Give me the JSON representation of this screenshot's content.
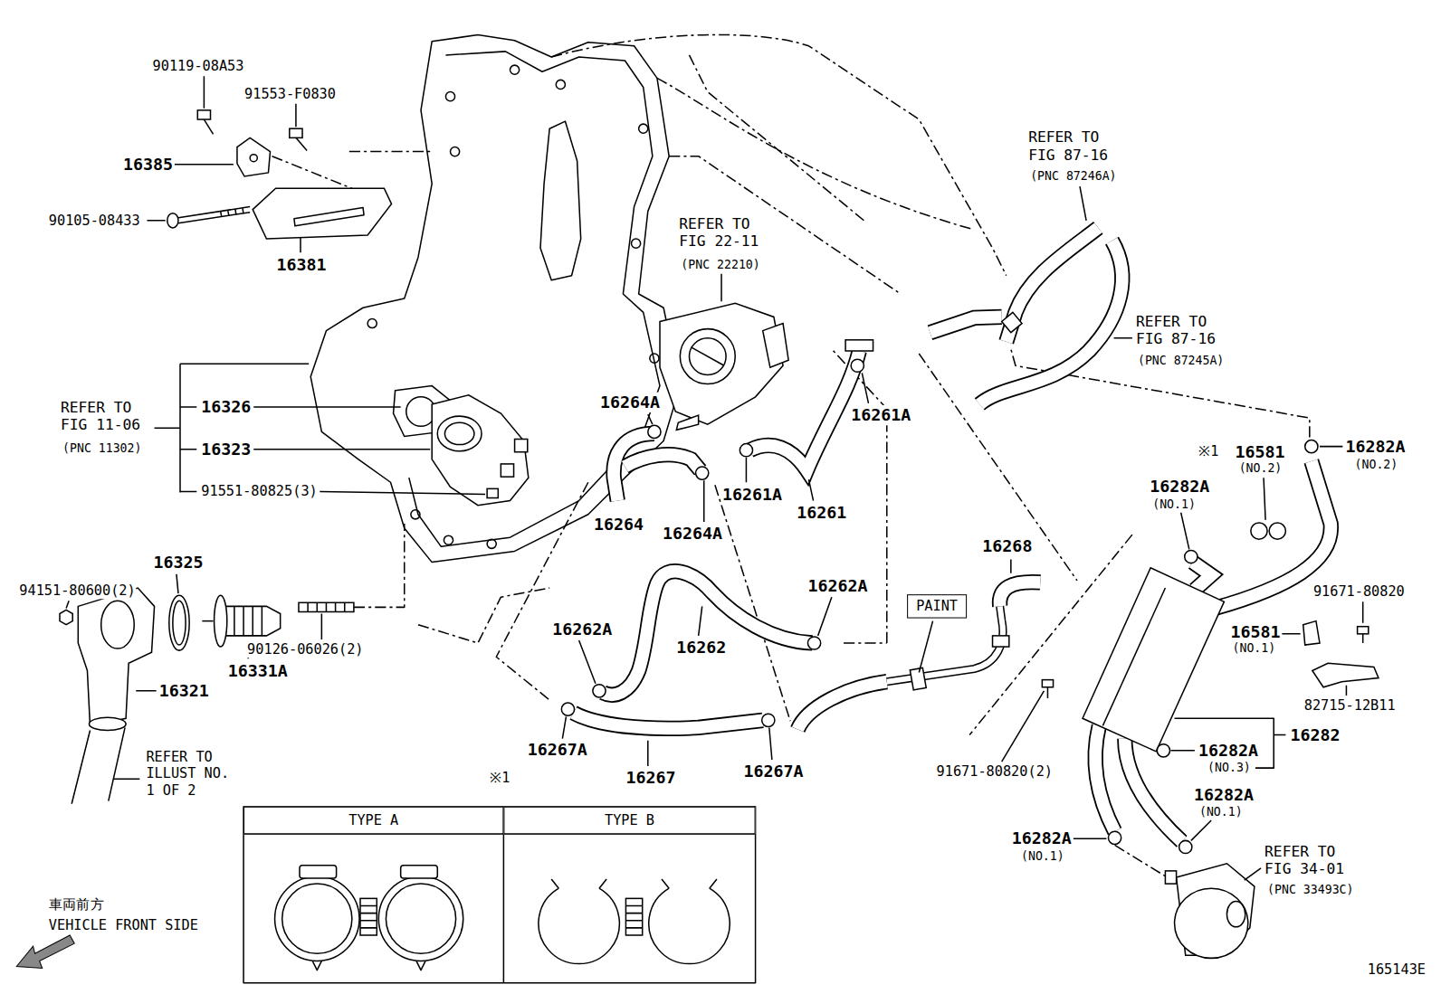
{
  "diagram": {
    "nodes": [
      {
        "text": [
          "PAINT"
        ]
      },
      {
        "text": [
          "TYPE A"
        ]
      },
      {
        "text": [
          "TYPE B"
        ]
      }
    ],
    "labels": [
      "90119-08A53",
      "91553-F0830",
      "16385",
      "90105-08433",
      "16381",
      "REFER TO FIG 87-16",
      "(PNC 87246A)",
      "REFER TO FIG 22-11",
      "(PNC 22210)",
      "REFER TO FIG 87-16",
      "(PNC 87245A)",
      "REFER TO FIG 11-06",
      "(PNC 11302)",
      "16326",
      "16323",
      "91551-80825(3)",
      "16264A",
      "16261A",
      "16261A",
      "16261",
      "16264",
      "16264A",
      "※1",
      "16581",
      "(NO.2)",
      "16282A",
      "(NO.2)",
      "16282A",
      "(NO.1)",
      "16268",
      "16325",
      "94151-80600(2)",
      "16262A",
      "91671-80820",
      "16262A",
      "16581",
      "(NO.1)",
      "16262",
      "90126-06026(2)",
      "16331A",
      "16321",
      "82715-12B11",
      "16282",
      "16282A",
      "(NO.3)",
      "16267A",
      "16267A",
      "16267",
      "91671-80820(2)",
      "REFER TO ILLUST NO. 1 OF 2",
      "※1",
      "16282A",
      "(NO.1)",
      "16282A",
      "(NO.1)",
      "REFER TO FIG 34-01",
      "(PNC 33493C)",
      "車両前方",
      "VEHICLE FRONT SIDE",
      "165143E"
    ]
  }
}
